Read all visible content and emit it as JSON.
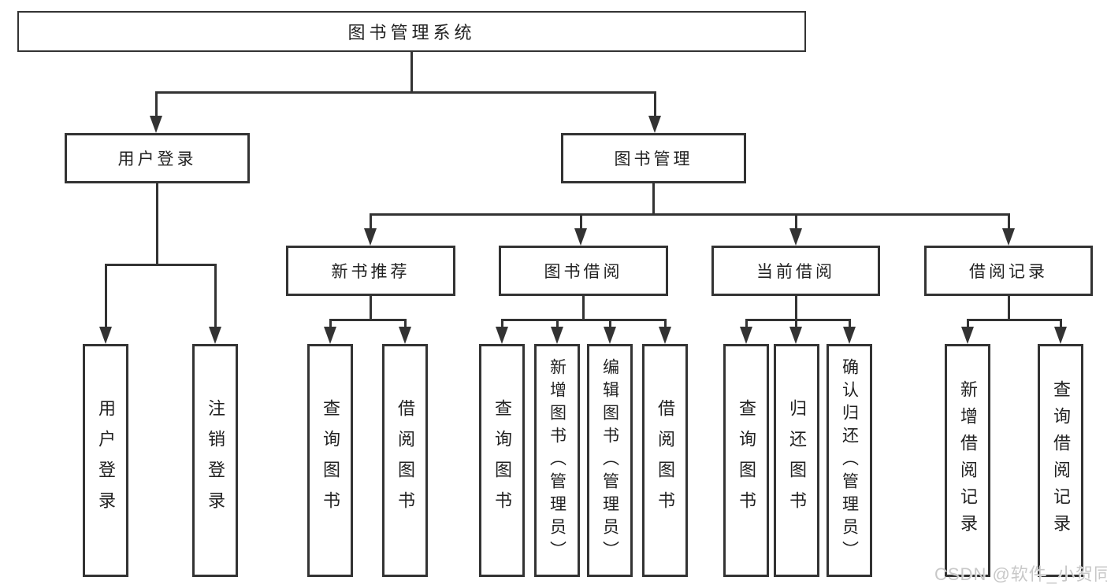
{
  "diagram": {
    "title_note": "",
    "root": {
      "label": "图书管理系统"
    },
    "level2": [
      {
        "id": "user-login-module",
        "label": "用户登录"
      },
      {
        "id": "book-management-module",
        "label": "图书管理"
      }
    ],
    "level3": [
      {
        "id": "new-book-recommend",
        "label": "新书推荐"
      },
      {
        "id": "book-borrowing",
        "label": "图书借阅"
      },
      {
        "id": "current-borrowing",
        "label": "当前借阅"
      },
      {
        "id": "borrowing-records",
        "label": "借阅记录"
      }
    ],
    "level4": [
      {
        "id": "user-login",
        "label": "用户登录"
      },
      {
        "id": "logout",
        "label": "注销登录"
      },
      {
        "id": "query-books-recommend",
        "label": "查询图书"
      },
      {
        "id": "borrow-books-recommend",
        "label": "借阅图书"
      },
      {
        "id": "query-books-borrow",
        "label": "查询图书"
      },
      {
        "id": "add-books-admin",
        "label": "新增图书（管理员）"
      },
      {
        "id": "edit-books-admin",
        "label": "编辑图书（管理员）"
      },
      {
        "id": "borrow-books",
        "label": "借阅图书"
      },
      {
        "id": "query-books-current",
        "label": "查询图书"
      },
      {
        "id": "return-books",
        "label": "归还图书"
      },
      {
        "id": "confirm-return-admin",
        "label": "确认归还（管理员）"
      },
      {
        "id": "add-borrow-record",
        "label": "新增借阅记录"
      },
      {
        "id": "query-borrow-record",
        "label": "查询借阅记录"
      }
    ],
    "watermark": "CSDN @软件_小贺同学",
    "colors": {
      "line": "#333333",
      "text": "#222222",
      "watermark": "#c8c8c8",
      "background": "#ffffff"
    }
  }
}
